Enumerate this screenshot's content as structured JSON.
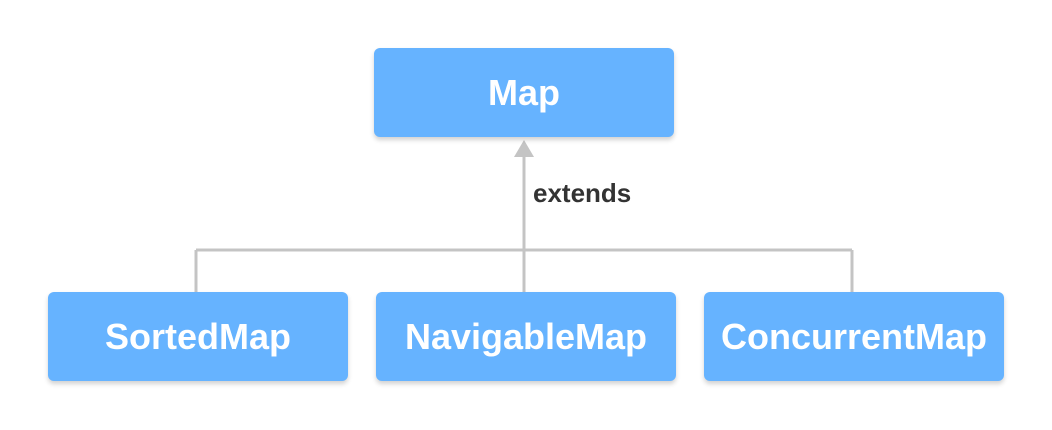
{
  "diagram": {
    "parent": {
      "label": "Map"
    },
    "edge_label": "extends",
    "children": [
      {
        "label": "SortedMap"
      },
      {
        "label": "NavigableMap"
      },
      {
        "label": "ConcurrentMap"
      }
    ]
  },
  "colors": {
    "box_fill": "#66b3ff",
    "box_text": "#ffffff",
    "connector": "#c4c4c4",
    "edge_label_text": "#333333"
  }
}
